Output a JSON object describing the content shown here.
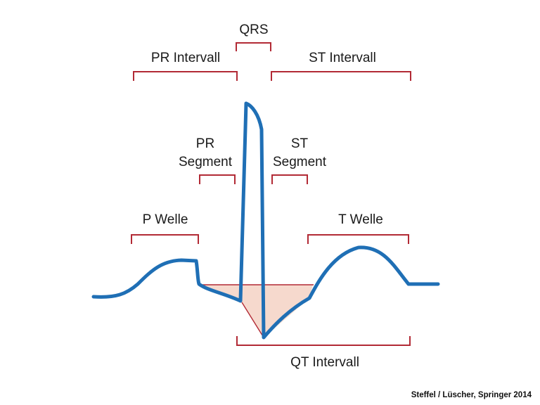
{
  "labels": {
    "qrs": "QRS",
    "pr_interval": "PR Intervall",
    "st_interval": "ST Intervall",
    "pr_segment_line1": "PR",
    "pr_segment_line2": "Segment",
    "st_segment_line1": "ST",
    "st_segment_line2": "Segment",
    "p_wave": "P Welle",
    "t_wave": "T Welle",
    "qt_interval": "QT Intervall"
  },
  "credit": "Steffel / Lüscher, Springer 2014",
  "colors": {
    "trace": "#1f6fb5",
    "bracket": "#b22a35",
    "fill": "#f6d9cd",
    "text": "#1a1a1a"
  }
}
